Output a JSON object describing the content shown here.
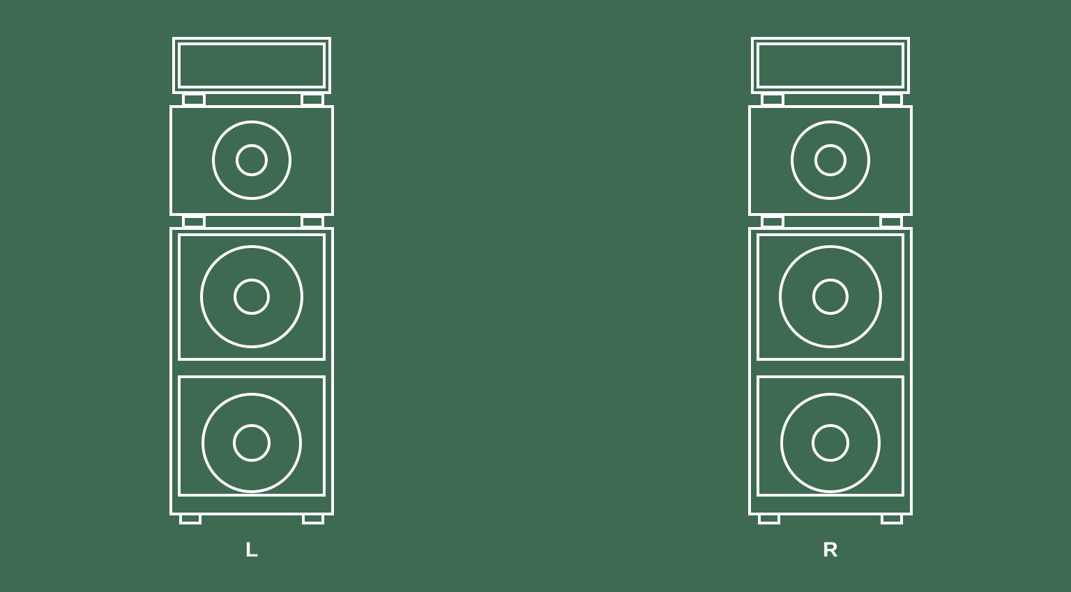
{
  "colors": {
    "background": "#3E6A52",
    "line": "#FFFFFF"
  },
  "towers": [
    {
      "id": "left",
      "label": "L"
    },
    {
      "id": "right",
      "label": "R"
    }
  ]
}
